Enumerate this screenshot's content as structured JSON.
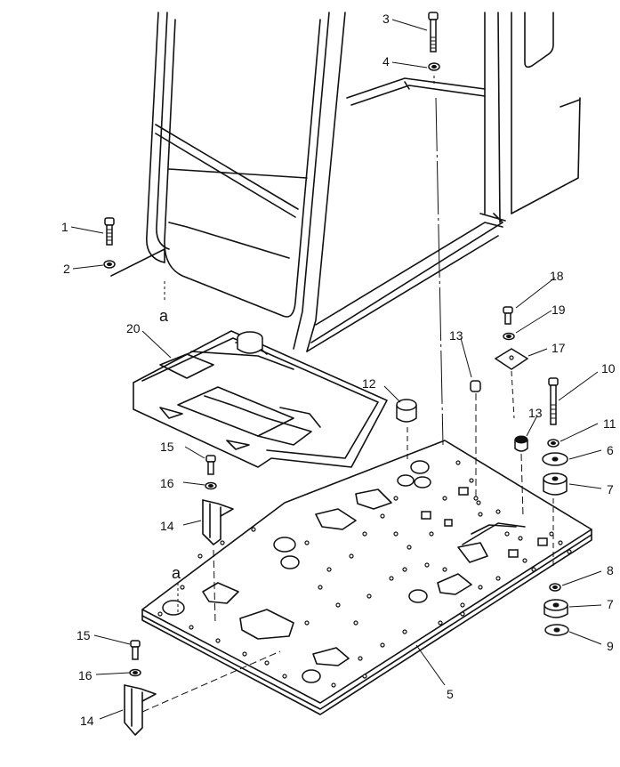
{
  "part_labels": [
    {
      "id": "p1",
      "text": "1"
    },
    {
      "id": "p2",
      "text": "2"
    },
    {
      "id": "p3",
      "text": "3"
    },
    {
      "id": "p4",
      "text": "4"
    },
    {
      "id": "p5",
      "text": "5"
    },
    {
      "id": "p6",
      "text": "6"
    },
    {
      "id": "p7a",
      "text": "7"
    },
    {
      "id": "p7b",
      "text": "7"
    },
    {
      "id": "p8",
      "text": "8"
    },
    {
      "id": "p9",
      "text": "9"
    },
    {
      "id": "p10",
      "text": "10"
    },
    {
      "id": "p11",
      "text": "11"
    },
    {
      "id": "p12",
      "text": "12"
    },
    {
      "id": "p13a",
      "text": "13"
    },
    {
      "id": "p13b",
      "text": "13"
    },
    {
      "id": "p14a",
      "text": "14"
    },
    {
      "id": "p14b",
      "text": "14"
    },
    {
      "id": "p15a",
      "text": "15"
    },
    {
      "id": "p15b",
      "text": "15"
    },
    {
      "id": "p16a",
      "text": "16"
    },
    {
      "id": "p16b",
      "text": "16"
    },
    {
      "id": "p17",
      "text": "17"
    },
    {
      "id": "p18",
      "text": "18"
    },
    {
      "id": "p19",
      "text": "19"
    },
    {
      "id": "p20",
      "text": "20"
    }
  ],
  "reference_marks": [
    {
      "id": "a1",
      "text": "a"
    },
    {
      "id": "a2",
      "text": "a"
    }
  ]
}
